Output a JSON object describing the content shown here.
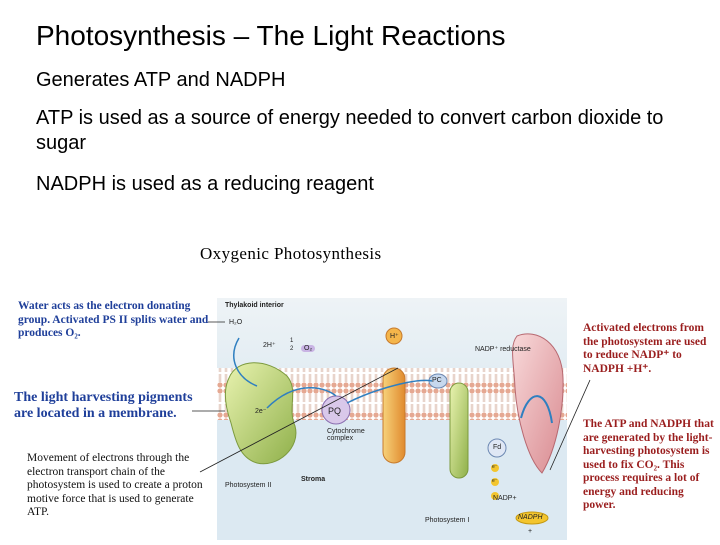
{
  "slide": {
    "title": "Photosynthesis – The Light Reactions",
    "bullets": [
      "Generates ATP and NADPH",
      "ATP is used as a source of energy needed to convert carbon dioxide to sugar",
      "NADPH is used as a reducing reagent"
    ]
  },
  "figure": {
    "title": "Oxygenic Photosynthesis",
    "notes": {
      "water": "Water acts as the electron donating group.  Activated PS II splits water and produces O₂.",
      "pigments": "The light harvesting pigments are located in a membrane.",
      "transport": "Movement of electrons through the electron transport chain of the photosystem is used to create a proton motive force that is used to generate ATP.",
      "nadp": "Activated electrons from the photosystem are used to reduce NADP⁺ to NADPH +H⁺.",
      "atp_nadph": "The ATP and NADPH that are generated by the light-harvesting photosystem is used to fix CO₂.  This process requires a lot of energy and reducing power."
    },
    "diagram_labels": {
      "thylakoid": "Thylakoid interior",
      "h2o": "H₂O",
      "two_h": "2H⁺",
      "half": "1",
      "half_den": "2",
      "o2": "O₂",
      "h_plus": "H⁺",
      "nadp_reductase": "NADP⁺ reductase",
      "pc": "PC",
      "pq": "PQ",
      "two_e": "2e⁻",
      "cytochrome": "Cytochrome complex",
      "fd": "Fd",
      "e1": "e⁻",
      "e2": "e⁻",
      "nadp_plus": "NADP+",
      "ps2": "Photosystem II",
      "stroma": "Stroma",
      "ps1": "Photosystem I",
      "nadph": "NADPH",
      "plus": "+"
    },
    "colors": {
      "blue_text": "#1f3f9a",
      "red_text": "#9a1e1e",
      "membrane": "#f2d7c9",
      "stroma": "#dce9f2"
    }
  }
}
